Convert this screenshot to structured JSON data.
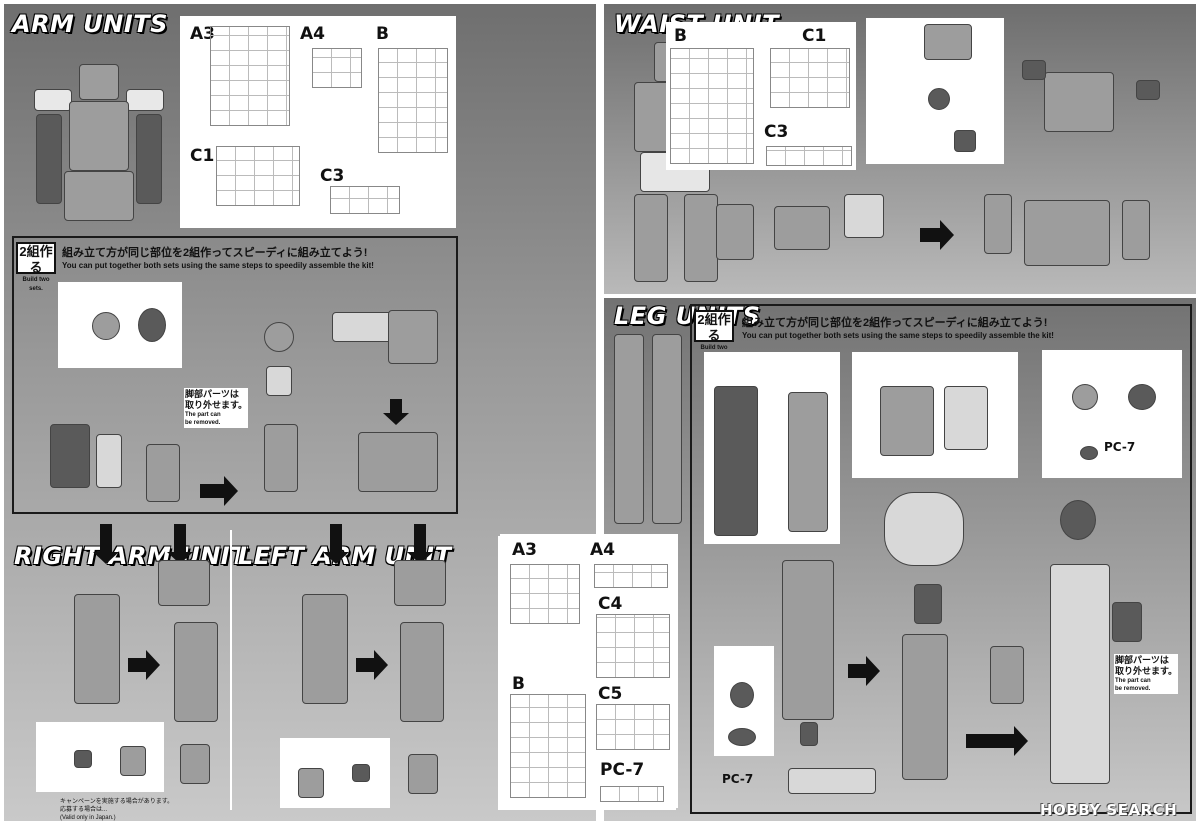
{
  "sections": {
    "arm_units": "ARM UNITS",
    "waist_unit": "WAIST UNIT",
    "leg_units": "LEG UNITS",
    "right_arm_unit": "RIGHT ARM UNIT",
    "left_arm_unit": "LEFT ARM UNIT"
  },
  "runners": {
    "a3": "A3",
    "a4": "A4",
    "b": "B",
    "c1": "C1",
    "c3": "C3",
    "c4": "C4",
    "c5": "C5",
    "pc7": "PC-7"
  },
  "build_two": {
    "badge": "2組作る",
    "badge_en": "Build two sets.",
    "jp": "組み立て方が同じ部位を2組作ってスピーディに組み立てよう!",
    "en": "You can put together both sets using the same steps to speedily assemble the kit!"
  },
  "removable_note": {
    "jp1": "脚部パーツは",
    "jp2": "取り外せます。",
    "en1": "The part can",
    "en2": "be removed."
  },
  "footnote": {
    "line1": "キャンペーンを実施する場合があります。",
    "line2": "応募する場合は...",
    "line3": "(Valid only in Japan.)"
  },
  "watermark": "HOBBY SEARCH",
  "pc7_label": "PC-7",
  "colors": {
    "panel_dark": "#6f6f6f",
    "panel_light": "#c9c9c9",
    "badge": "#2b2b2b",
    "frame": "#1a1a1a"
  }
}
